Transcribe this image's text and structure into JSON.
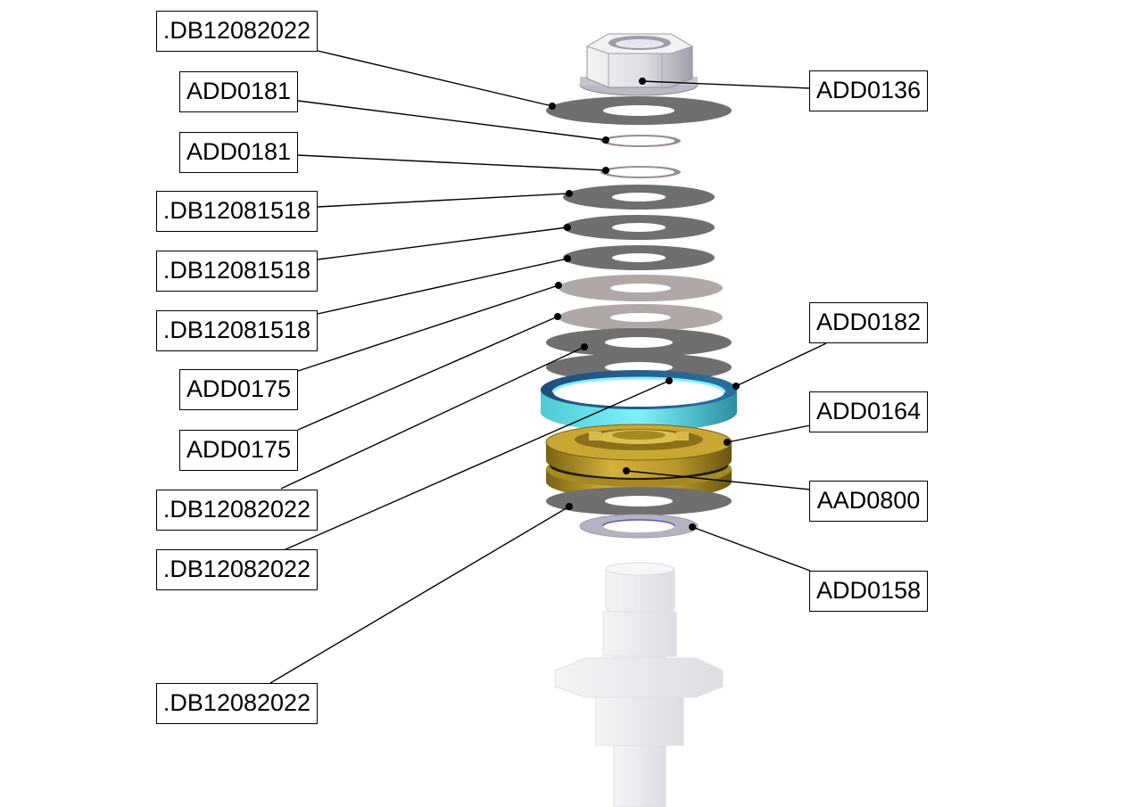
{
  "labels": {
    "db12082022_top": ".DB12082022",
    "add0181_a": "ADD0181",
    "add0181_b": "ADD0181",
    "db12081518_a": ".DB12081518",
    "db12081518_b": ".DB12081518",
    "db12081518_c": ".DB12081518",
    "add0175_a": "ADD0175",
    "add0175_b": "ADD0175",
    "db12082022_mid1": ".DB12082022",
    "db12082022_mid2": ".DB12082022",
    "db12082022_bottom": ".DB12082022",
    "add0136": "ADD0136",
    "add0182": "ADD0182",
    "add0164": "ADD0164",
    "aad0800": "AAD0800",
    "add0158": "ADD0158"
  },
  "colors": {
    "washer_dark": "#6f6f6f",
    "washer_tan": "#b0a8a6",
    "spacer_cyan": "#66e0ec",
    "nut_silver": "#d6d8dc",
    "brass": "#b89a2e",
    "shaft_ghost": "#e4e4ea"
  }
}
